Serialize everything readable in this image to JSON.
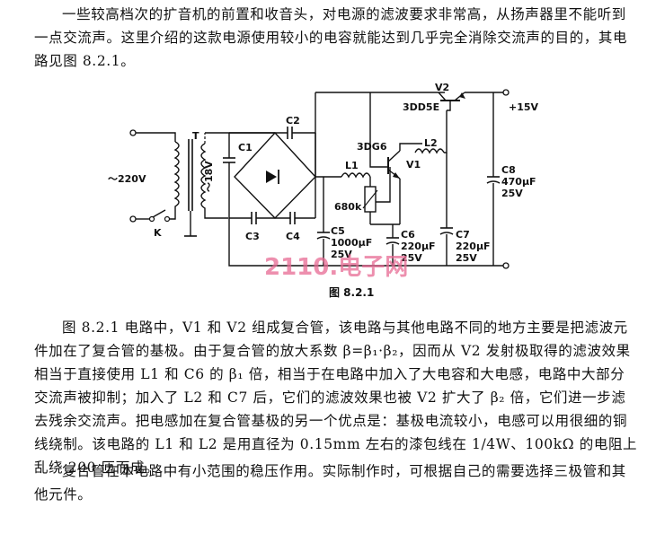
{
  "article": {
    "para1": "一些较高档次的扩音机的前置和收音头，对电源的滤波要求非常高，从扬声器里不能听到一点交流声。这里介绍的这款电源使用较小的电容就能达到几乎完全消除交流声的目的，其电路见图 8.2.1。",
    "para2": "图 8.2.1 电路中，V1 和 V2 组成复合管，该电路与其他电路不同的地方主要是把滤波元件加在了复合管的基极。由于复合管的放大系数 β=β₁·β₂，因而从 V2 发射极取得的滤波效果相当于直接使用 L1 和 C6 的 β₁ 倍，相当于在电路中加入了大电容和大电感，电路中大部分交流声被抑制；加入了 L2 和 C7 后，它们的滤波效果也被 V2 扩大了 β₂ 倍，它们进一步滤去残余交流声。把电感加在复合管基极的另一个优点是：基极电流较小，电感可以用很细的铜线绕制。该电路的 L1 和 L2 是用直径为 0.15mm 左右的漆包线在 1/4W、100kΩ 的电阻上乱绕 200 匝而成。",
    "para3": "复合管在本电路中有小范围的稳压作用。实际制作时，可根据自己的需要选择三极管和其他元件。"
  },
  "figure": {
    "caption": "图 8.2.1",
    "watermark": "2110.电子网",
    "labels": {
      "input": "～220V",
      "transformer": "T",
      "switch": "K",
      "secondary": "～18V",
      "c1": "C1",
      "c2": "C2",
      "c3": "C3",
      "c4": "C4",
      "l1": "L1",
      "l2": "L2",
      "r": "680k",
      "c5": "C5",
      "c5_val": "1000μF",
      "c5_v": "25V",
      "c6": "C6",
      "c6_val": "220μF",
      "c6_v": "25V",
      "c7": "C7",
      "c7_val": "220μF",
      "c7_v": "25V",
      "c8": "C8",
      "c8_val": "470μF",
      "c8_v": "25V",
      "v1": "V1",
      "v1_type": "3DG6",
      "v2": "V2",
      "v2_type": "3DD5E",
      "output": "+15V"
    }
  }
}
